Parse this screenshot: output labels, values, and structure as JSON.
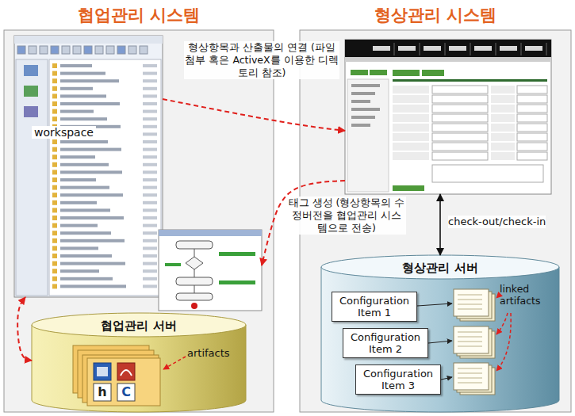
{
  "diagram": {
    "nodes": [
      {
        "text": [
          "협업관리 시스템"
        ]
      },
      {
        "text": [
          "workspace"
        ],
        "in": 0
      },
      {
        "text": [],
        "in": 0
      },
      {
        "text": [
          "협업관리 서버"
        ],
        "in": 0
      },
      {
        "text": [
          "형상관리 시스템"
        ]
      },
      {
        "text": [],
        "in": 4
      },
      {
        "text": [
          "형상관리 서버"
        ],
        "in": 4
      },
      {
        "text": [
          "Configuration Item 1"
        ],
        "in": 6
      },
      {
        "text": [
          "Configuration Item 2"
        ],
        "in": 6
      },
      {
        "text": [
          "Configuration Item 3"
        ],
        "in": 6
      }
    ],
    "edges": [
      {
        "from": 1,
        "to": 5,
        "arrow": "to",
        "label": "형상항목과 산출물의 연결 (파일 첨부 혹은 ActiveX를 이용한 디렉토리 참조)"
      },
      {
        "from": 5,
        "to": 2,
        "arrow": "to",
        "label": "태그 생성 (형상항목의 수정버전을 협업관리 시스템으로 전송)"
      },
      {
        "from": 5,
        "to": 6,
        "arrow": "both",
        "label": "check-out/check-in"
      },
      {
        "from": 3,
        "to": 1,
        "arrow": "both"
      }
    ],
    "labels": [
      "artifacts",
      "linked artifacts",
      "h",
      "C"
    ]
  }
}
